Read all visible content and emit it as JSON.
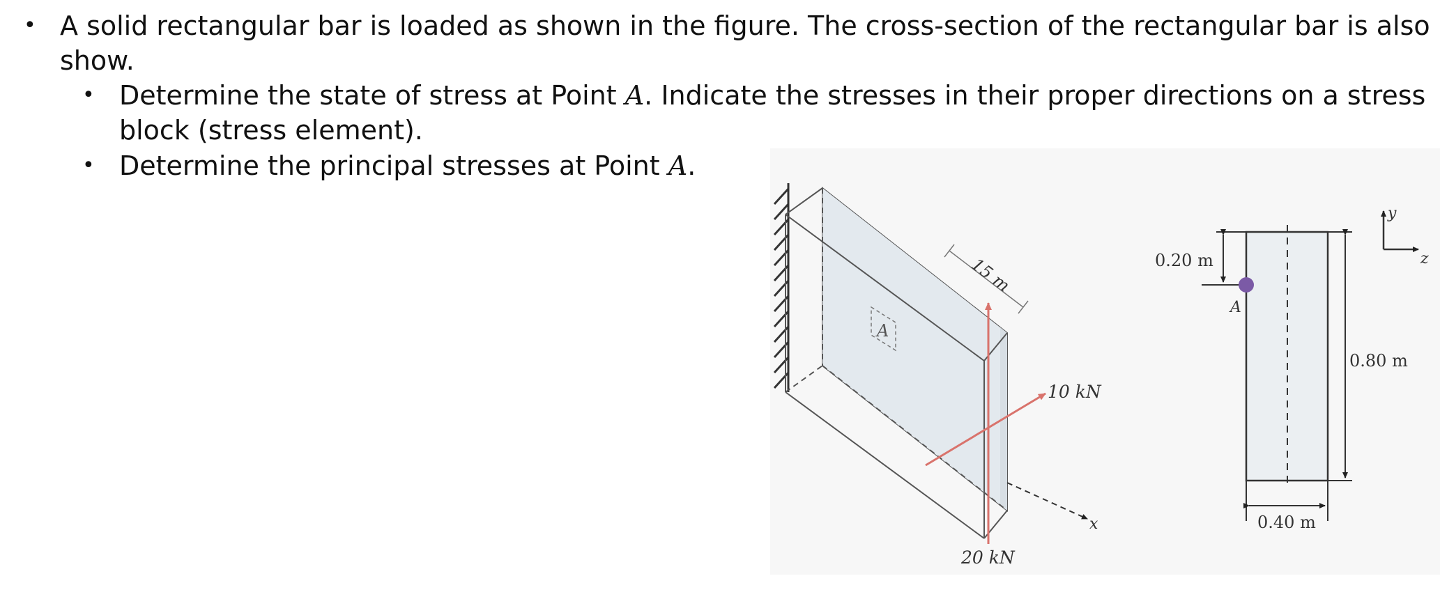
{
  "text": {
    "bullet1_line1": "A solid rectangular bar is loaded as shown in the figure. The cross-section of the rectangular bar is also",
    "bullet1_line2": "show.",
    "sub1_line1_pre": "Determine the state of stress at Point ",
    "sub1_point": "A",
    "sub1_line1_post": ". Indicate the stresses in their proper directions on a stress",
    "sub1_line2": "block (stress element).",
    "sub2_pre": "Determine the principal stresses at Point ",
    "sub2_point": "A",
    "sub2_post": "."
  },
  "figure": {
    "length_label": "15 m",
    "point_label": "A",
    "load_x_label": "10 kN",
    "load_y_label": "20 kN",
    "x_axis_label": "x",
    "y_axis_label": "y",
    "z_axis_label": "z",
    "dim_top_label": "0.20 m",
    "dim_height_label": "0.80 m",
    "dim_width_label": "0.40 m",
    "load_color": "#d9736c",
    "point_color": "#7b5aa6"
  }
}
